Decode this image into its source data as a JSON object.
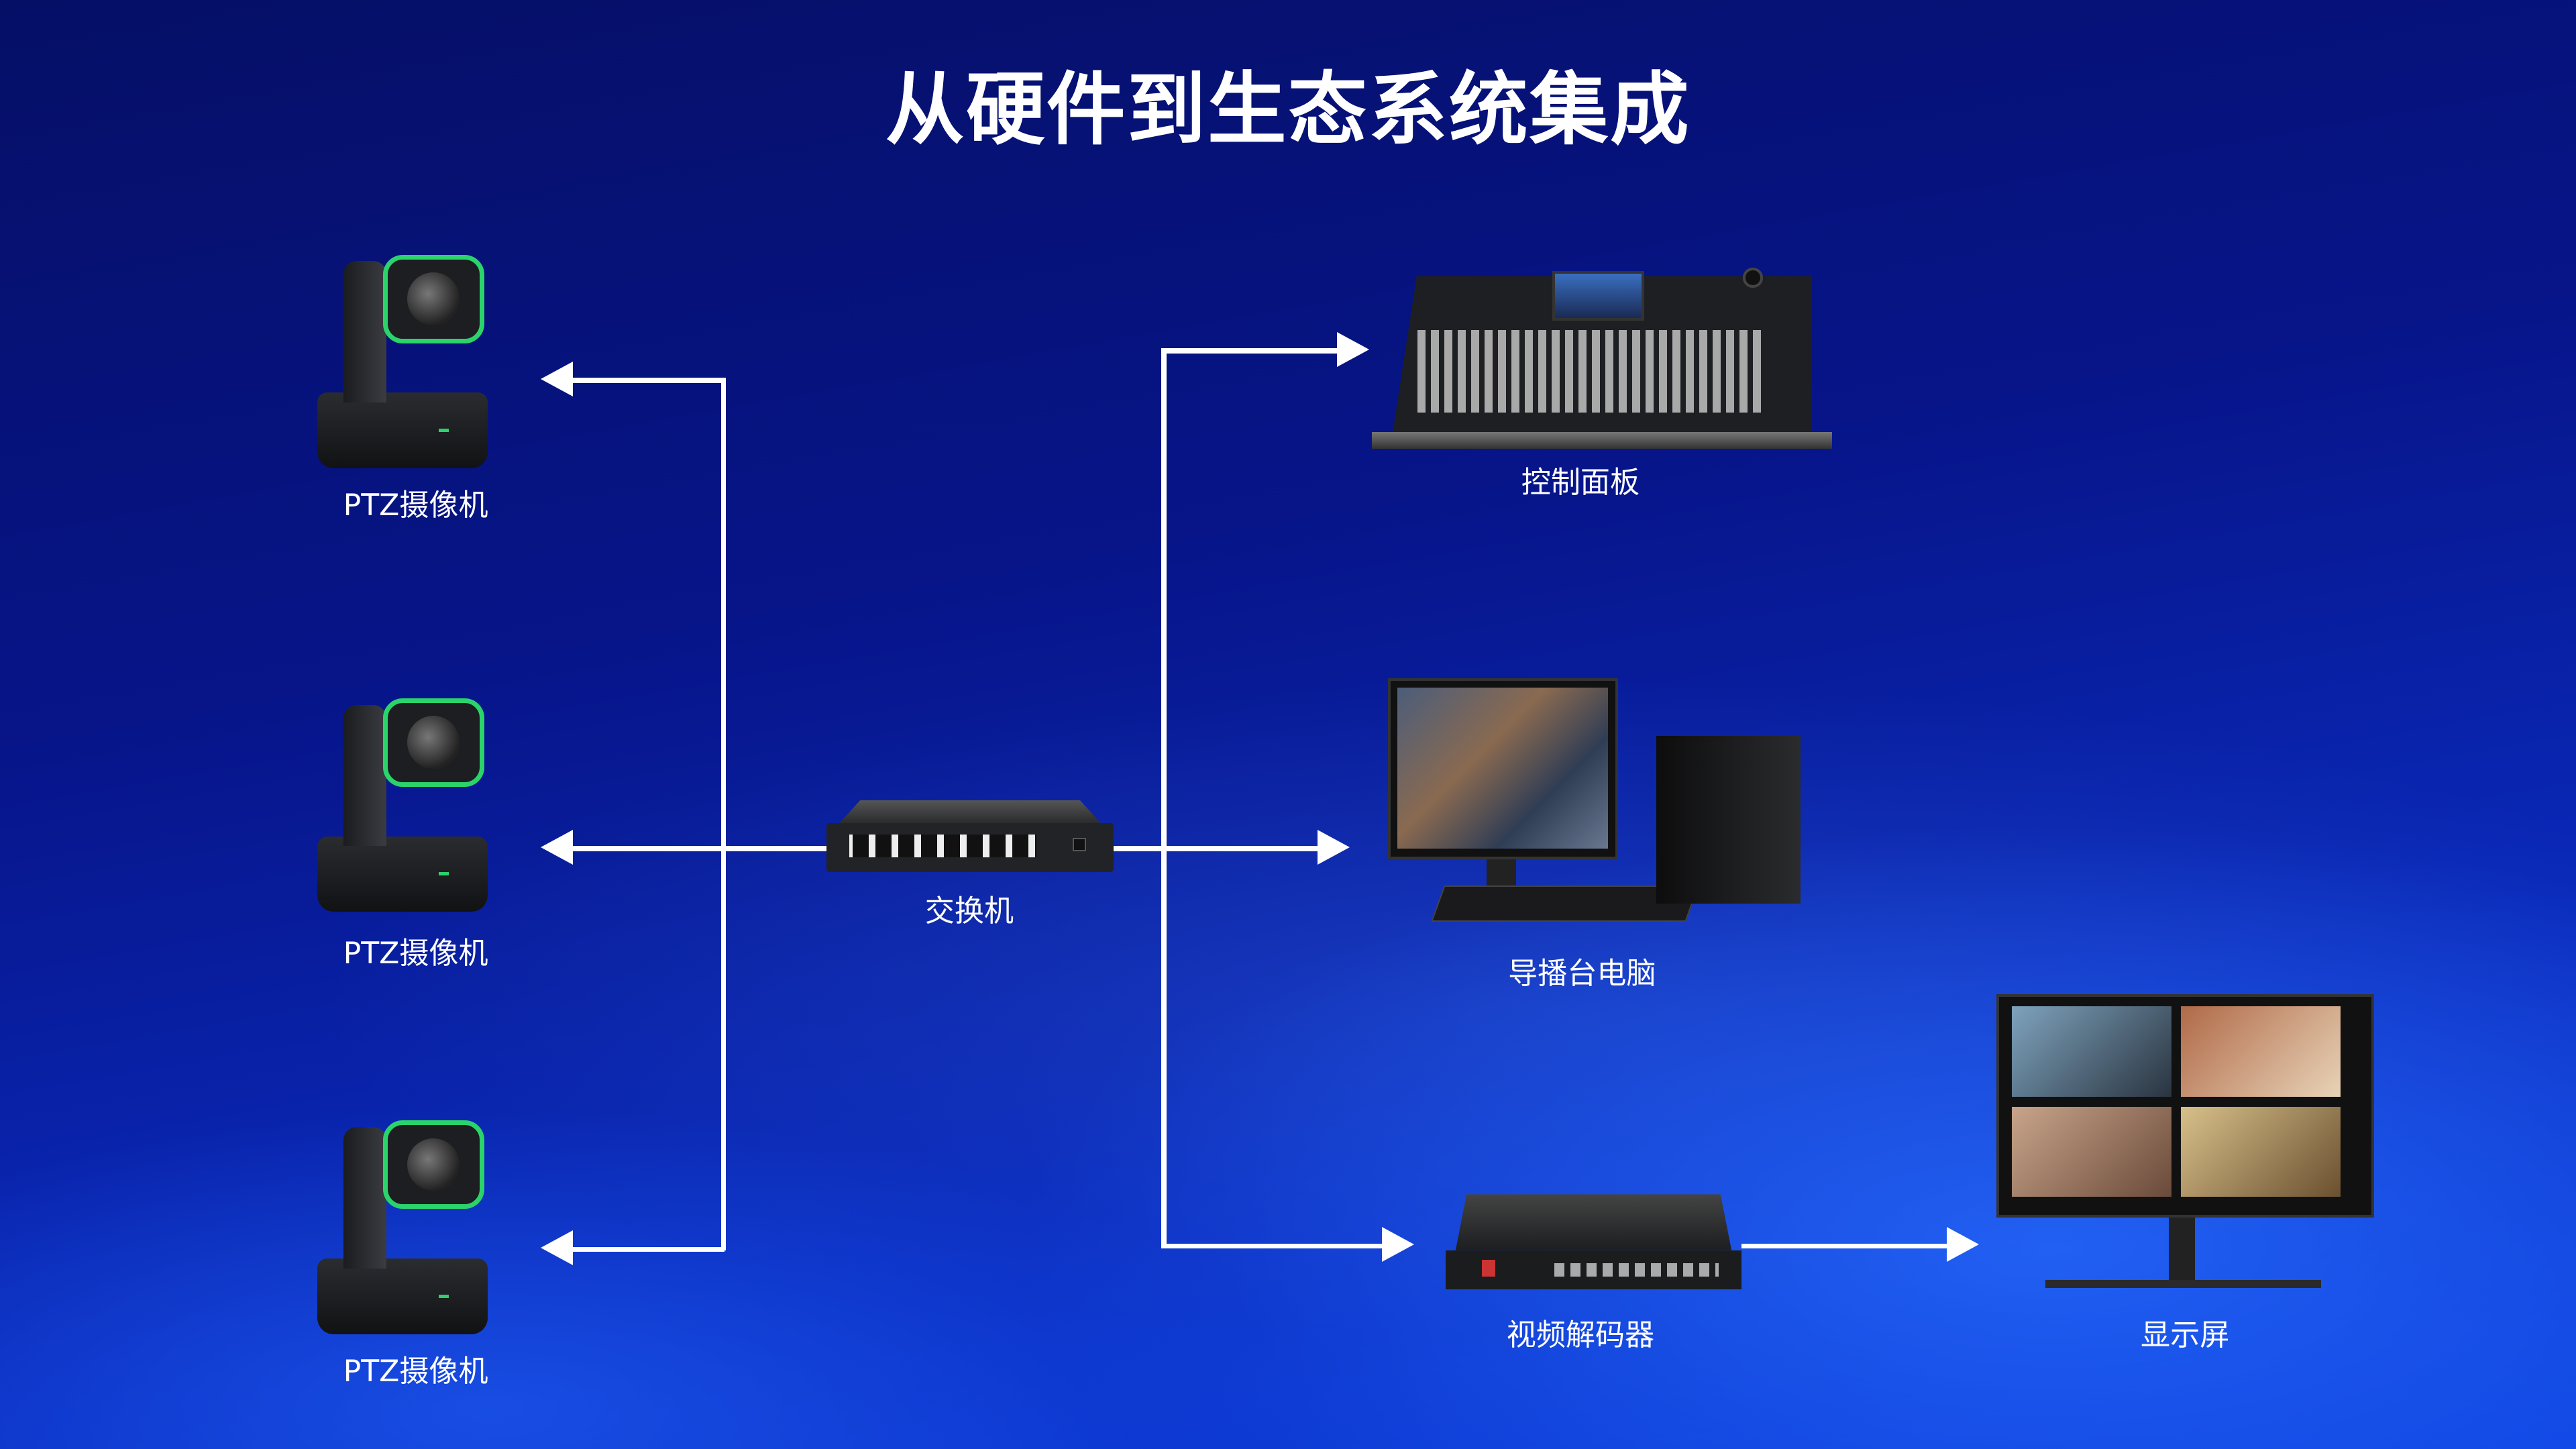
{
  "title": "从硬件到生态系统集成",
  "devices": {
    "camera_1": "PTZ摄像机",
    "camera_2": "PTZ摄像机",
    "camera_3": "PTZ摄像机",
    "switch": "交换机",
    "control_panel": "控制面板",
    "director_pc": "导播台电脑",
    "video_decoder": "视频解码器",
    "display": "显示屏"
  },
  "colors": {
    "background_top": "#050f66",
    "background_bottom": "#0c3fe0",
    "camera_accent": "#2bd46b",
    "line": "#ffffff"
  }
}
